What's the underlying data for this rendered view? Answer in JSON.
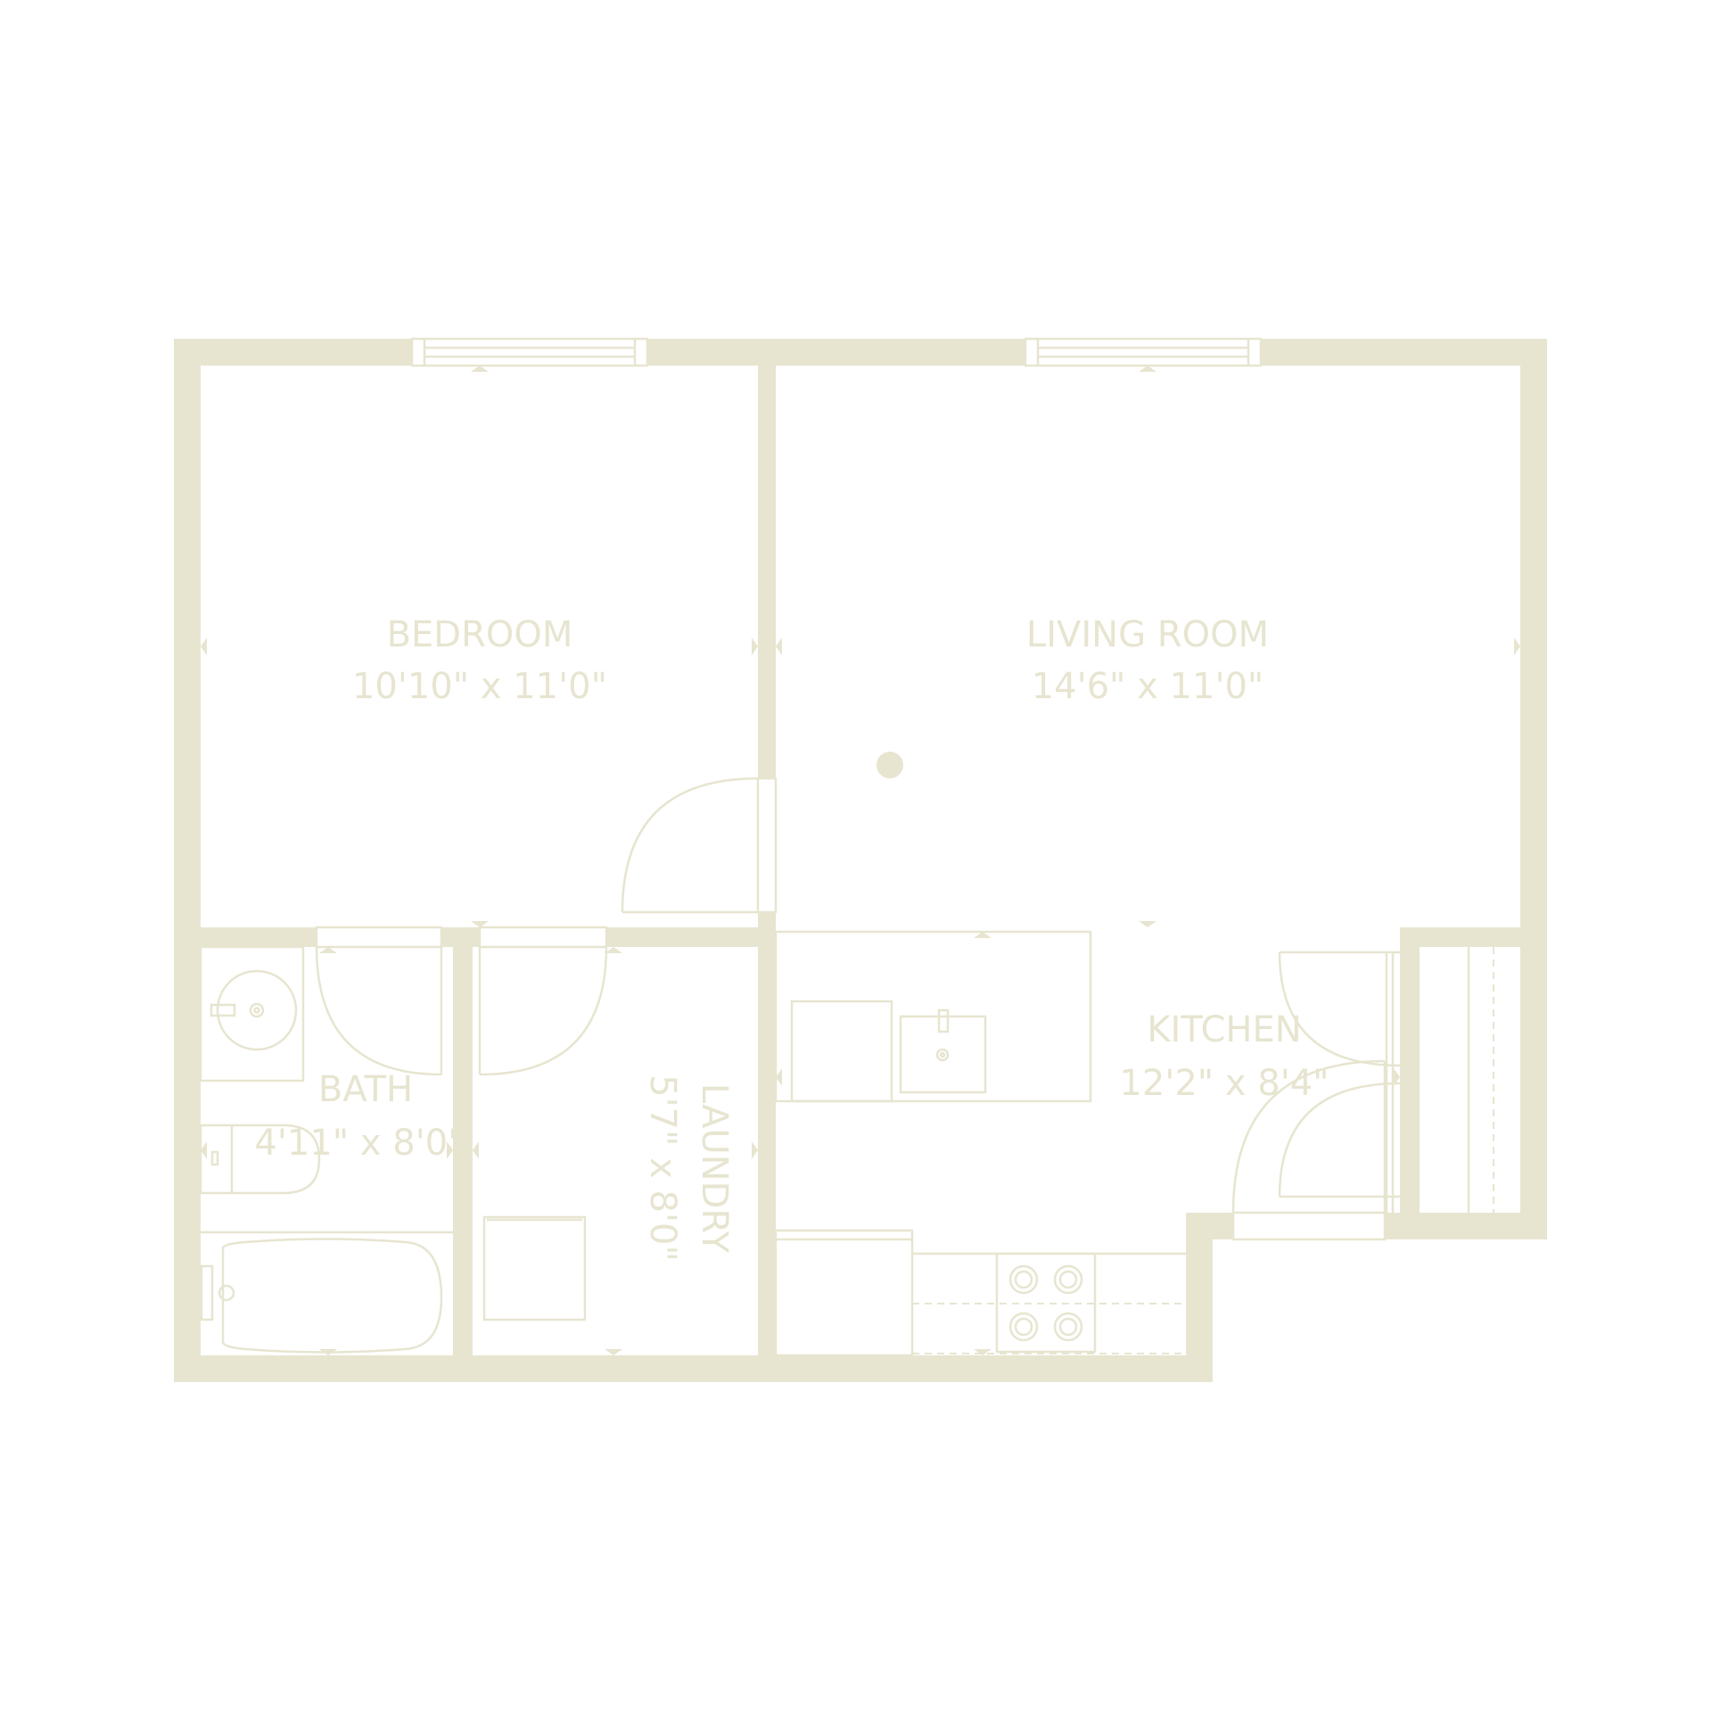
{
  "rooms": {
    "bedroom": {
      "name": "BEDROOM",
      "dims": "10'10\" x 11'0\""
    },
    "living_room": {
      "name": "LIVING ROOM",
      "dims": "14'6\" x 11'0\""
    },
    "kitchen": {
      "name": "KITCHEN",
      "dims": "12'2\" x 8'4\""
    },
    "bath": {
      "name": "BATH",
      "dims": "4'11\" x 8'0\""
    },
    "laundry": {
      "name": "LAUNDRY",
      "dims": "5'7\" x 8'0\""
    }
  },
  "colors": {
    "line": "#e7e5d0",
    "background": "#ffffff"
  }
}
